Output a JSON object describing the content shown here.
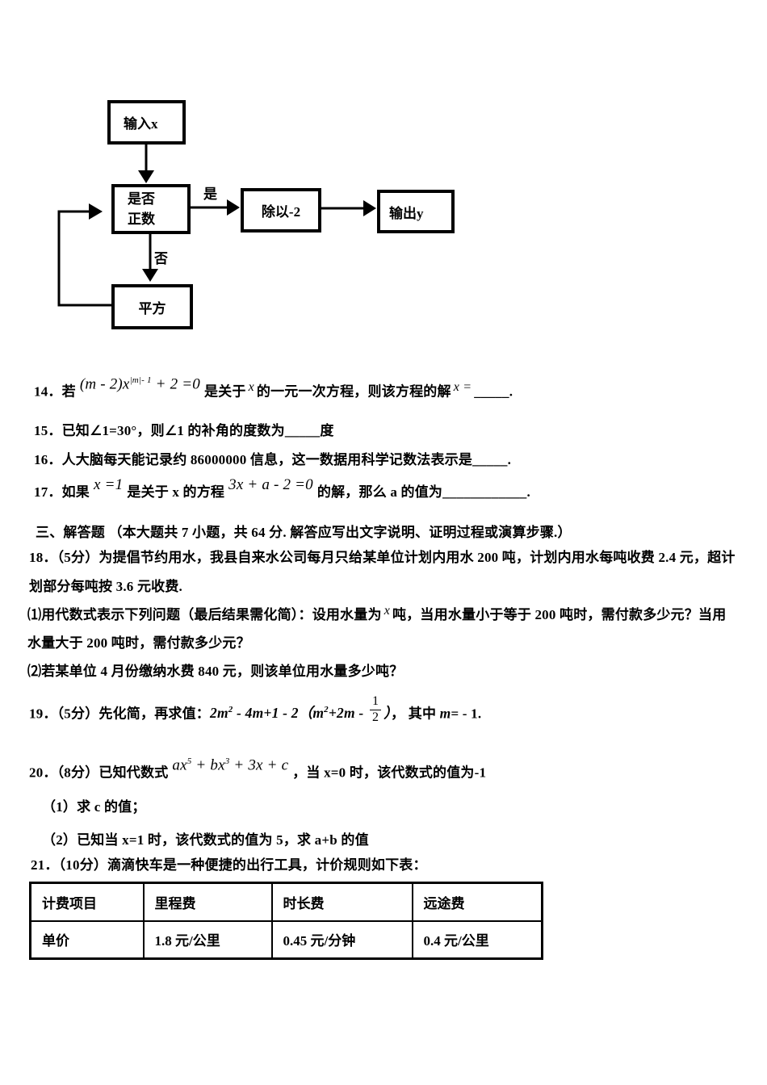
{
  "flowchart": {
    "input": "输入x",
    "decision_line1": "是否",
    "decision_line2": "正数",
    "yes": "是",
    "no": "否",
    "divide": "除以-2",
    "output": "输出y",
    "square": "平方"
  },
  "q14": {
    "lead": "14．若",
    "f_base": "(m - 2)x",
    "f_sup": "|m|- 1",
    "f_tail": " + 2 =0",
    "mid1": "是关于",
    "xvar": "x",
    "mid2": "的一元一次方程，则该方程的解",
    "xeq": "x =",
    "blank": "_____",
    "end": "."
  },
  "q15": {
    "text": "15．已知∠1=30°，则∠1 的补角的度数为",
    "blank": "_____",
    "tail": "度"
  },
  "q16": {
    "text": "16．人大脑每天能记录约 86000000 信息，这一数据用科学记数法表示是",
    "blank": "_____",
    "tail": "."
  },
  "q17": {
    "lead": "17．如果",
    "f1": "x =1",
    "mid1": "是关于 x 的方程",
    "f2": "3x + a - 2 =0",
    "mid2": "的解，那么 a 的值为",
    "blank": "____________",
    "end": "."
  },
  "section3": {
    "text": "三、解答题 （本大题共 7 小题，共 64 分. 解答应写出文字说明、证明过程或演算步骤.）"
  },
  "q18": {
    "line1": "18．（5分）为提倡节约用水，我县自来水公司每月只给某单位计划内用水 200 吨，计划内用水每吨收费 2.4 元，超计",
    "line2": "划部分每吨按 3.6 元收费.",
    "item1_pre": "⑴用代数式表示下列问题（最后结果需化简）：设用水量为",
    "item1_x": "x",
    "item1_post": "吨，当用水量小于等于 200 吨时，需付款多少元？当用",
    "item1_line2": "水量大于 200 吨时，需付款多少元？",
    "item2": "⑵若某单位 4 月份缴纳水费 840 元，则该单位用水量多少吨？"
  },
  "q19": {
    "lead": "19．（5分）先化简，再求值：",
    "m1": "2m",
    "s1": "2",
    "m2": " - 4m+1 - 2（m",
    "s2": "2",
    "m3": "+2m - ",
    "frac_num": "1",
    "frac_den": "2",
    "m4": "）",
    "tail": "， 其中 ",
    "mvar": "m",
    "tail2": "= - 1."
  },
  "q20": {
    "lead": "20．（8分）已知代数式",
    "fa": "ax",
    "s5": "5",
    "fb": " + bx",
    "s3": "3",
    "fc": " + 3x + c",
    "tail": "，当 x=0 时，该代数式的值为-1",
    "item1": "（1）求 c 的值；",
    "item2": "（2）已知当 x=1 时，该代数式的值为 5，求 a+b 的值"
  },
  "q21": {
    "text": "21．（10分）滴滴快车是一种便捷的出行工具，计价规则如下表："
  },
  "table": {
    "headers": [
      "计费项目",
      "里程费",
      "时长费",
      "远途费"
    ],
    "row": [
      "单价",
      "1.8 元/公里",
      "0.45 元/分钟",
      "0.4 元/公里"
    ]
  }
}
